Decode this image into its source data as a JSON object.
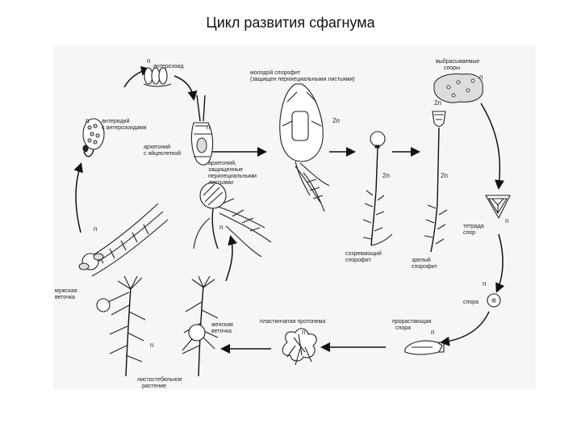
{
  "title": "Цикл развития сфагнума",
  "labels": {
    "antherozoid": "антерозоид",
    "antheridium": "антеридий\nс антерозоидами",
    "archegonium_egg": "архегоний\nс яйцеклеткой",
    "archegonium_protected": "архегоний,\nзащищенные\nперихециальными\nлистьями",
    "young_sporophyte": "молодой спорофит\n(защищен перихециальными листьями)",
    "released_spores": "выбрасываемые\nспоры",
    "spore_tetrad": "тетрада\nспор",
    "maturing_sporophyte": "созревающий\nспорофит",
    "mature_sporophyte": "зрелый\nспорофит",
    "spore": "спора",
    "germinating_spore": "прорастающая\nспора",
    "plate_protonema": "пластинчатая протонема",
    "male_branch": "мужская\nветочка",
    "female_branch": "женская\nветочка",
    "leafy_plant": "листостебельное\nрастение"
  },
  "ploidy": {
    "n": "n",
    "diploid": "2n"
  }
}
